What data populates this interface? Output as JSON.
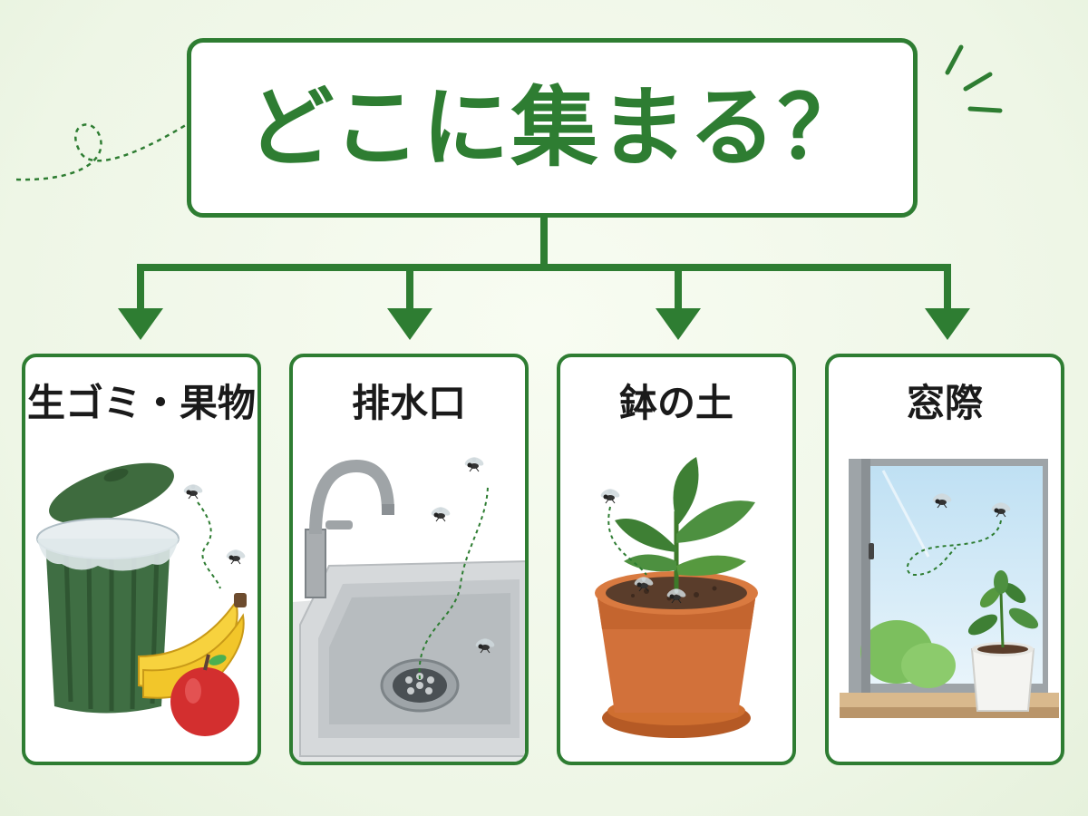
{
  "title": "どこに集まる？",
  "accent_color": "#2e7d32",
  "locations": [
    {
      "label": "生ゴミ・果物",
      "icon": "trash-can-and-fruit-icon"
    },
    {
      "label": "排水口",
      "icon": "sink-drain-icon"
    },
    {
      "label": "鉢の土",
      "icon": "potted-plant-soil-icon"
    },
    {
      "label": "窓際",
      "icon": "window-sill-icon"
    }
  ]
}
